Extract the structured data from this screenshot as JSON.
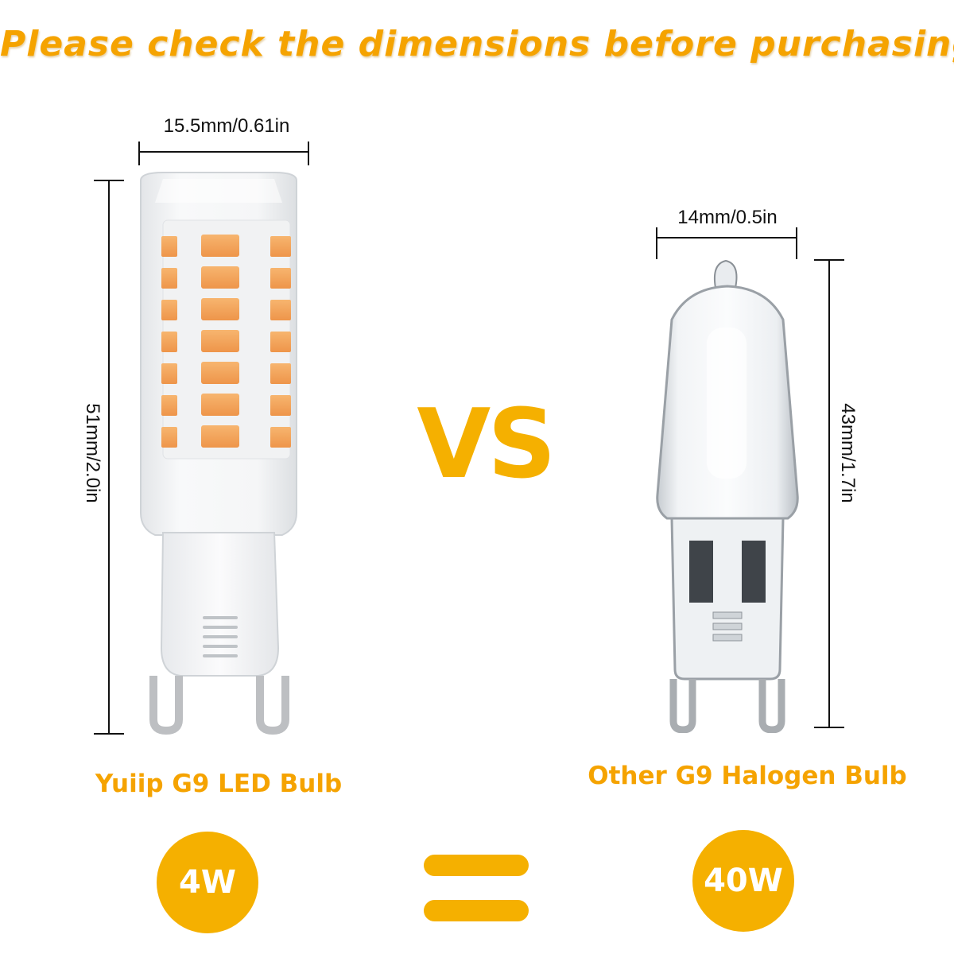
{
  "headline": "Please check the dimensions before purchasing",
  "vs_label": "VS",
  "led": {
    "name": "Yuiip G9 LED Bulb",
    "width_label": "15.5mm/0.61in",
    "height_label": "51mm/2.0in",
    "wattage": "4W"
  },
  "halogen": {
    "name": "Other G9 Halogen Bulb",
    "width_label": "14mm/0.5in",
    "height_label": "43mm/1.7in",
    "wattage": "40W"
  },
  "colors": {
    "accent": "#f5b000",
    "headline": "#f5a300",
    "led_chip": "#f3a35b"
  }
}
